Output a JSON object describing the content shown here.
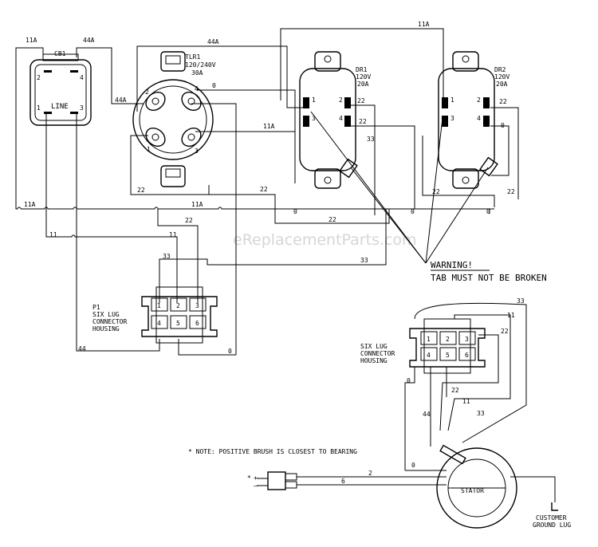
{
  "watermark": "eReplacementParts.com",
  "cb1": {
    "name": "CB1",
    "line": "LINE",
    "t1": "1",
    "t2": "2",
    "t3": "3",
    "t4": "4"
  },
  "tlr1": {
    "name": "TLR1",
    "voltage": "120/240V",
    "amps": "30A",
    "p1": "1",
    "p2": "2",
    "p3": "3",
    "p4": "4"
  },
  "dr1": {
    "name": "DR1",
    "voltage": "120V",
    "amps": "20A",
    "p1": "1",
    "p2": "2",
    "p3": "3",
    "p4": "4"
  },
  "dr2": {
    "name": "DR2",
    "voltage": "120V",
    "amps": "20A",
    "p1": "1",
    "p2": "2",
    "p3": "3",
    "p4": "4"
  },
  "p1": {
    "name": "P1",
    "line1": "SIX LUG",
    "line2": "CONNECTOR",
    "line3": "HOUSING",
    "pins": [
      "1",
      "2",
      "3",
      "4",
      "5",
      "6"
    ]
  },
  "stator_housing": {
    "line1": "SIX LUG",
    "line2": "CONNECTOR",
    "line3": "HOUSING",
    "pins": [
      "1",
      "2",
      "3",
      "4",
      "5",
      "6"
    ]
  },
  "stator": {
    "label": "STATOR"
  },
  "ground": {
    "line1": "CUSTOMER",
    "line2": "GROUND LUG"
  },
  "warning": {
    "title": "WARNING!",
    "text": "TAB MUST NOT BE BROKEN"
  },
  "note": "* NOTE: POSITIVE BRUSH IS CLOSEST TO BEARING",
  "brush": {
    "star": "*",
    "plus": "+",
    "minus": "–"
  },
  "wires": {
    "w11a_top": "11A",
    "w11a_cb": "11A",
    "w44a_cb": "44A",
    "w44a_top": "44A",
    "w44a_tlr": "44A",
    "w0_tlr": "0",
    "w11a_mid": "11A",
    "w22_dr1a": "22",
    "w22_dr1b": "22",
    "w33_dr1": "33",
    "w22_dr2": "22",
    "w0_dr2": "0",
    "w22_tlr_bot": "22",
    "w22_mid": "22",
    "w22_dr2_bot": "22",
    "w11a_left": "11A",
    "w11a_bus": "11A",
    "w0_bus": "0",
    "w22_bus": "22",
    "w0_right": "0",
    "w22_p1": "22",
    "w11_left": "11",
    "w11_mid": "11",
    "w33_p1": "33",
    "w33_bus": "33",
    "w44_p1": "44",
    "w0_p1": "0",
    "w33_stator": "33",
    "w11_stator": "11",
    "w22_stator": "22",
    "w0_stator": "0",
    "w22_stator_b": "22",
    "w11_stator_b": "11",
    "w44_stator": "44",
    "w33_stator_b": "33",
    "w0_stator_b": "0",
    "w2_brush": "2",
    "w6_brush": "6"
  }
}
